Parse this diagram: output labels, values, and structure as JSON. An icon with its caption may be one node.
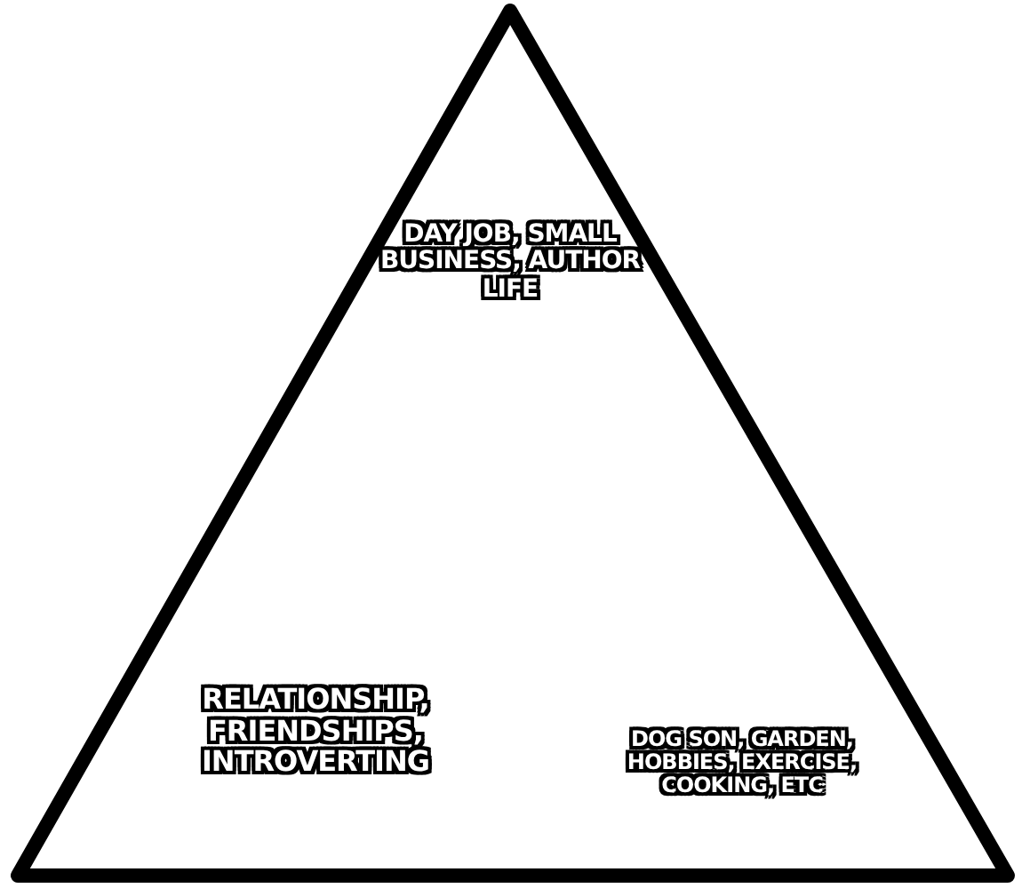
{
  "diagram": {
    "nodes": [
      {
        "text": [
          "DAY JOB, SMALL BUSINESS, AUTHOR LIFE",
          "RELATIONSHIP, FRIENDSHIPS, INTROVERTING",
          "DOG SON, GARDEN, HOBBIES, EXERCISE, COOKING, ETC"
        ]
      }
    ]
  }
}
